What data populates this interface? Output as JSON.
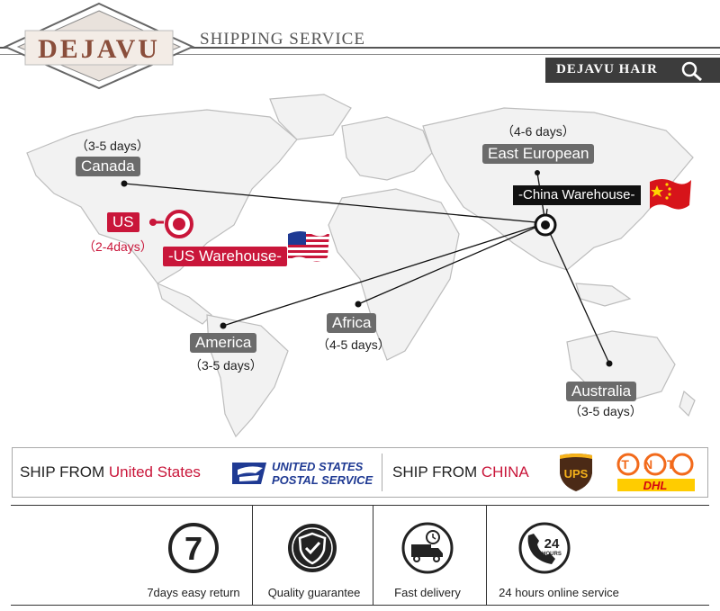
{
  "header": {
    "logo_text": "DEJAVU",
    "section_title": "SHIPPING SERVICE",
    "brand_tab": "DEJAVU HAIR"
  },
  "map": {
    "canada": {
      "label": "Canada",
      "days": "（3-5 days）"
    },
    "east_european": {
      "label": "East European",
      "days": "（4-6 days）"
    },
    "china_warehouse": "-China Warehouse-",
    "us": {
      "label": "US",
      "days": "（2-4days）"
    },
    "us_warehouse": "-US Warehouse-",
    "africa": {
      "label": "Africa",
      "days": "（4-5 days）"
    },
    "america": {
      "label": "America",
      "days": "（3-5 days）"
    },
    "australia": {
      "label": "Australia",
      "days": "（3-5 days）"
    }
  },
  "ship": {
    "us_prefix": "SHIP FROM ",
    "us_country": "United States",
    "usps_line1": "UNITED STATES",
    "usps_line2": "POSTAL SERVICE",
    "cn_prefix": "SHIP FROM ",
    "cn_country": "CHINA",
    "ups": "UPS",
    "tnt": "TNT",
    "dhl": "DHL"
  },
  "features": [
    {
      "label": "7days easy return",
      "icon": "seven-icon",
      "glyph": "7"
    },
    {
      "label": "Quality guarantee",
      "icon": "shield-check-icon"
    },
    {
      "label": "Fast delivery",
      "icon": "delivery-truck-icon"
    },
    {
      "label": "24 hours online service",
      "icon": "phone-24-icon",
      "glyph": "24",
      "glyph_sub": "HOURS"
    }
  ],
  "colors": {
    "accent_red": "#c9163a",
    "dark": "#3c3c3c",
    "pill_gray": "#6b6b6b"
  }
}
